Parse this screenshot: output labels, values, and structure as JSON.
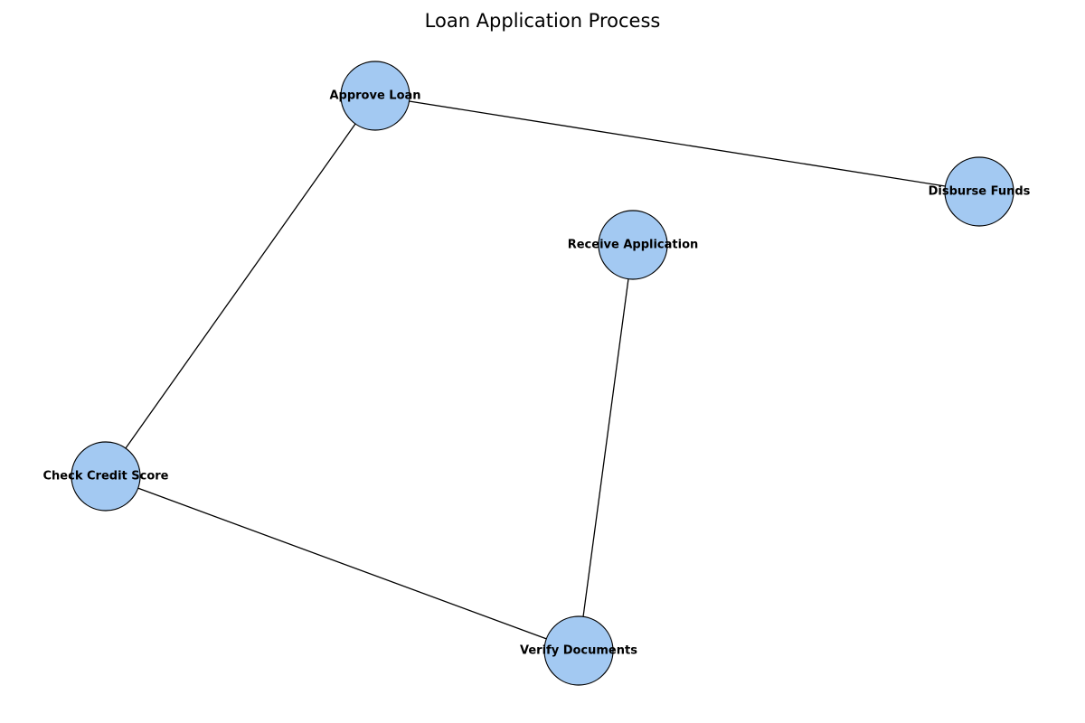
{
  "title": "Loan Application Process",
  "style": {
    "node_fill": "#a3c9f2",
    "node_stroke": "#000000",
    "edge_color": "#000000"
  },
  "nodes": [
    {
      "id": "receive",
      "label": "Receive Application"
    },
    {
      "id": "verify",
      "label": "Verify Documents"
    },
    {
      "id": "credit",
      "label": "Check Credit Score"
    },
    {
      "id": "approve",
      "label": "Approve Loan"
    },
    {
      "id": "disburse",
      "label": "Disburse Funds"
    }
  ],
  "edges": [
    {
      "from": "receive",
      "to": "verify"
    },
    {
      "from": "verify",
      "to": "credit"
    },
    {
      "from": "credit",
      "to": "approve"
    },
    {
      "from": "approve",
      "to": "disburse"
    }
  ]
}
